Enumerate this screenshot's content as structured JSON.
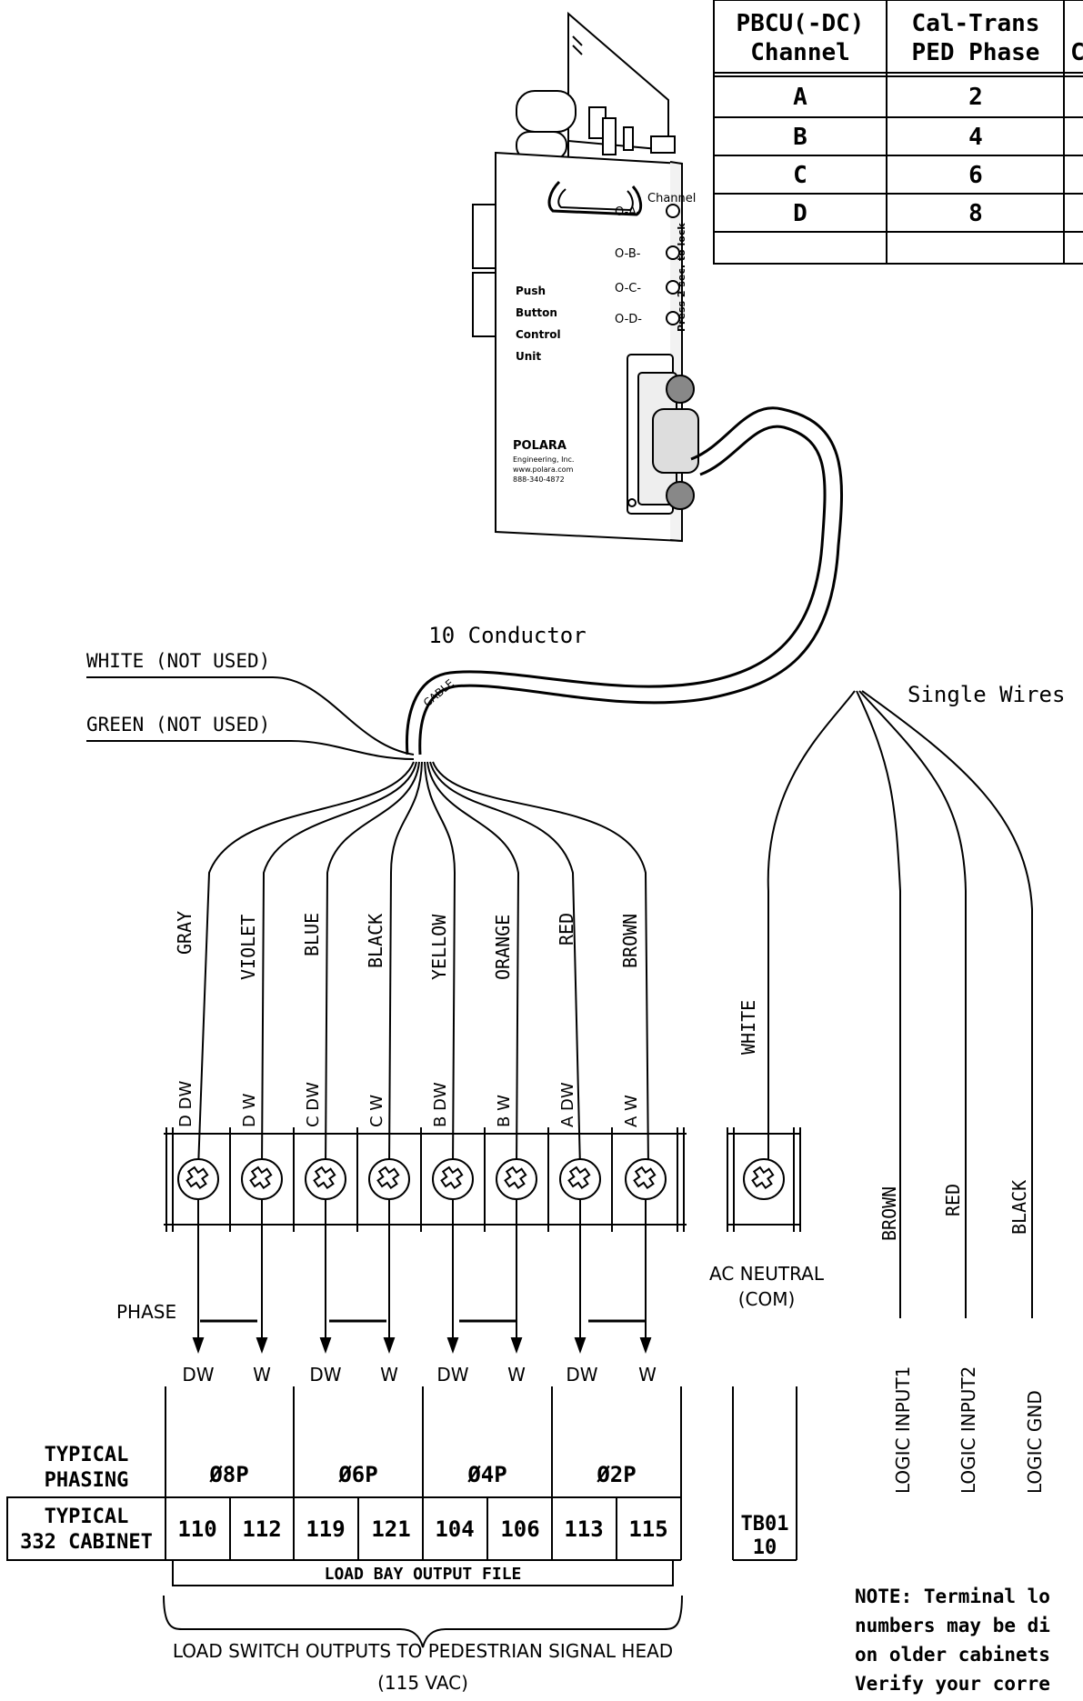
{
  "channel_table": {
    "headers": [
      [
        "PBCU(-DC)",
        "Channel"
      ],
      [
        "Cal-Trans",
        "PED Phase"
      ],
      [
        "",
        "C"
      ]
    ],
    "rows": [
      [
        "A",
        "2"
      ],
      [
        "B",
        "4"
      ],
      [
        "C",
        "6"
      ],
      [
        "D",
        "8"
      ]
    ]
  },
  "unit": {
    "channel_label": "Channel",
    "channel_leds": [
      "O-A-",
      "O-B-",
      "O-C-",
      "O-D-"
    ],
    "press_text": "Press 2 sec. to lock",
    "title_lines": [
      "Push",
      "Button",
      "Control",
      "Unit"
    ],
    "logo": "POLARA",
    "company_lines": [
      "Engineering, Inc.",
      "www.polara.com",
      "888-340-4872"
    ]
  },
  "cable": {
    "conductor_label": "10 Conductor",
    "cable_label": "CABLE",
    "single_wires_label": "Single Wires",
    "unused": [
      "WHITE (NOT USED)",
      "GREEN (NOT USED)"
    ]
  },
  "wires": [
    "GRAY",
    "VIOLET",
    "BLUE",
    "BLACK",
    "YELLOW",
    "ORANGE",
    "RED",
    "BROWN"
  ],
  "terminals": [
    "D DW",
    "D W",
    "C DW",
    "C W",
    "B DW",
    "B W",
    "A DW",
    "A W"
  ],
  "neutral": {
    "wire": "WHITE",
    "label_lines": [
      "AC NEUTRAL",
      "(COM)"
    ]
  },
  "logic_wires": [
    {
      "wire": "BROWN",
      "label": "LOGIC INPUT1"
    },
    {
      "wire": "RED",
      "label": "LOGIC INPUT2"
    },
    {
      "wire": "BLACK",
      "label": "LOGIC GND"
    }
  ],
  "phase_label": "PHASE",
  "outputs": [
    "DW",
    "W",
    "DW",
    "W",
    "DW",
    "W",
    "DW",
    "W"
  ],
  "typical_phasing": {
    "label_lines": [
      "TYPICAL",
      "PHASING"
    ],
    "values": [
      "Ø8P",
      "Ø6P",
      "Ø4P",
      "Ø2P"
    ]
  },
  "typical_cabinet": {
    "label_lines": [
      "TYPICAL",
      "332 CABINET"
    ],
    "values": [
      "110",
      "112",
      "119",
      "121",
      "104",
      "106",
      "113",
      "115"
    ],
    "tb_lines": [
      "TB01",
      "10"
    ]
  },
  "load_bay_label": "LOAD BAY OUTPUT FILE",
  "load_switch_lines": [
    "LOAD SWITCH OUTPUTS TO PEDESTRIAN SIGNAL HEAD",
    "(115 VAC)"
  ],
  "note_lines": [
    "NOTE: Terminal lo",
    "numbers may be di",
    "on older cabinets",
    "Verify your corre"
  ]
}
